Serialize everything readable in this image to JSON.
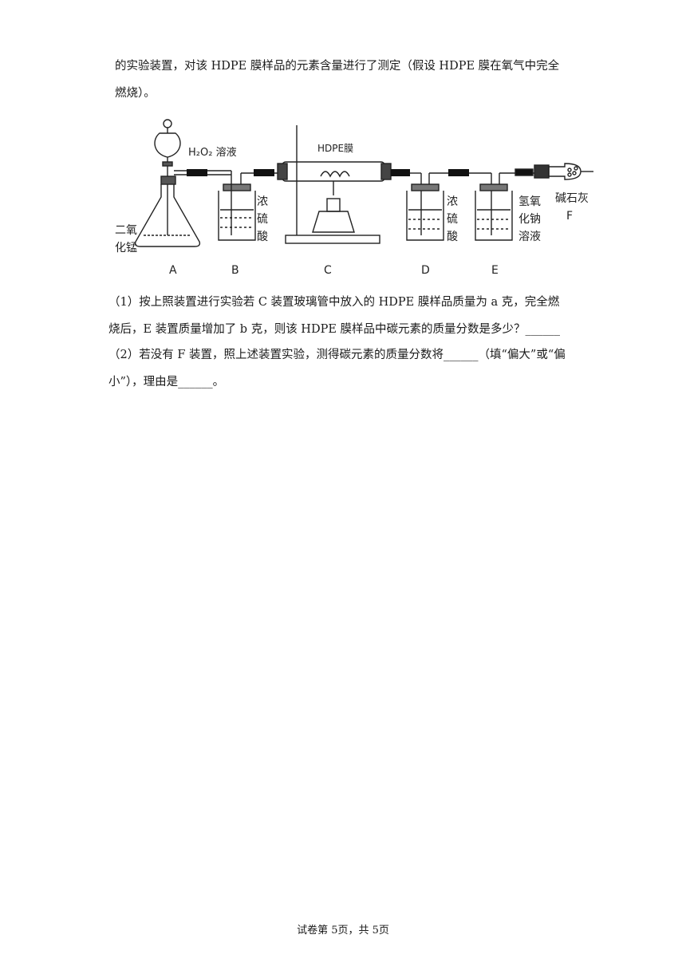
{
  "intro": {
    "line1": "的实验装置，对该 HDPE 膜样品的元素含量进行了测定（假设 HDPE 膜在氧气中完全",
    "line2": "燃烧）。"
  },
  "diagram": {
    "reagent_h2o2": "H₂O₂ 溶液",
    "film": "HDPE膜",
    "mno2_1": "二氧",
    "mno2_2": "化锰",
    "acid": [
      "浓",
      "硫",
      "酸"
    ],
    "naoh": [
      "氢氧",
      "化钠",
      "溶液"
    ],
    "soda_lime": "碱石灰",
    "labels": [
      "A",
      "B",
      "C",
      "D",
      "E",
      "F"
    ]
  },
  "question1": {
    "line1": "（1）按上照装置进行实验若 C 装置玻璃管中放入的 HDPE 膜样品质量为 a 克，完全燃",
    "line2": "烧后，E 装置质量增加了 b 克，则该 HDPE 膜样品中碳元素的质量分数是多少？______"
  },
  "question2": {
    "line1": "（2）若没有 F 装置，照上述装置实验，测得碳元素的质量分数将______（填“偏大”或“偏",
    "line2": "小”），理由是______。"
  },
  "footer": "试卷第 5页，共 5页"
}
